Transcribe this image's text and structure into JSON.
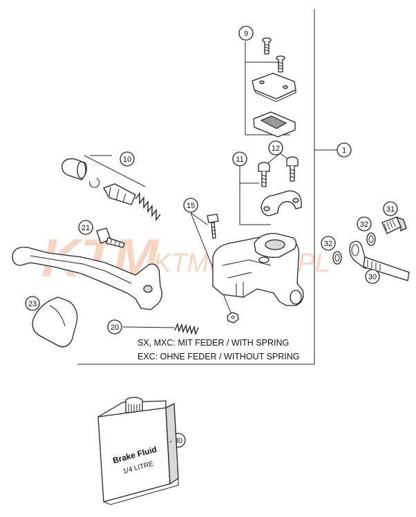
{
  "callouts": {
    "c1": "1",
    "c9": "9",
    "c10": "10",
    "c11": "11",
    "c12": "12",
    "c15": "15",
    "c20": "20",
    "c21": "21",
    "c23": "23",
    "c30": "30",
    "c31": "31",
    "c32a": "32",
    "c32b": "32",
    "c80": "80"
  },
  "notes": {
    "line1": "SX, MXC: MIT FEDER / WITH SPRING",
    "line2": "EXC: OHNE FEDER / WITHOUT SPRING"
  },
  "bottle": {
    "label1": "Brake Fluid",
    "label2": "1/4 LITRE"
  },
  "watermark": {
    "brand": "KTM",
    "shop": "KTMSKLEP.PL"
  },
  "colors": {
    "watermark": "#e06a2a",
    "line": "#222222"
  }
}
